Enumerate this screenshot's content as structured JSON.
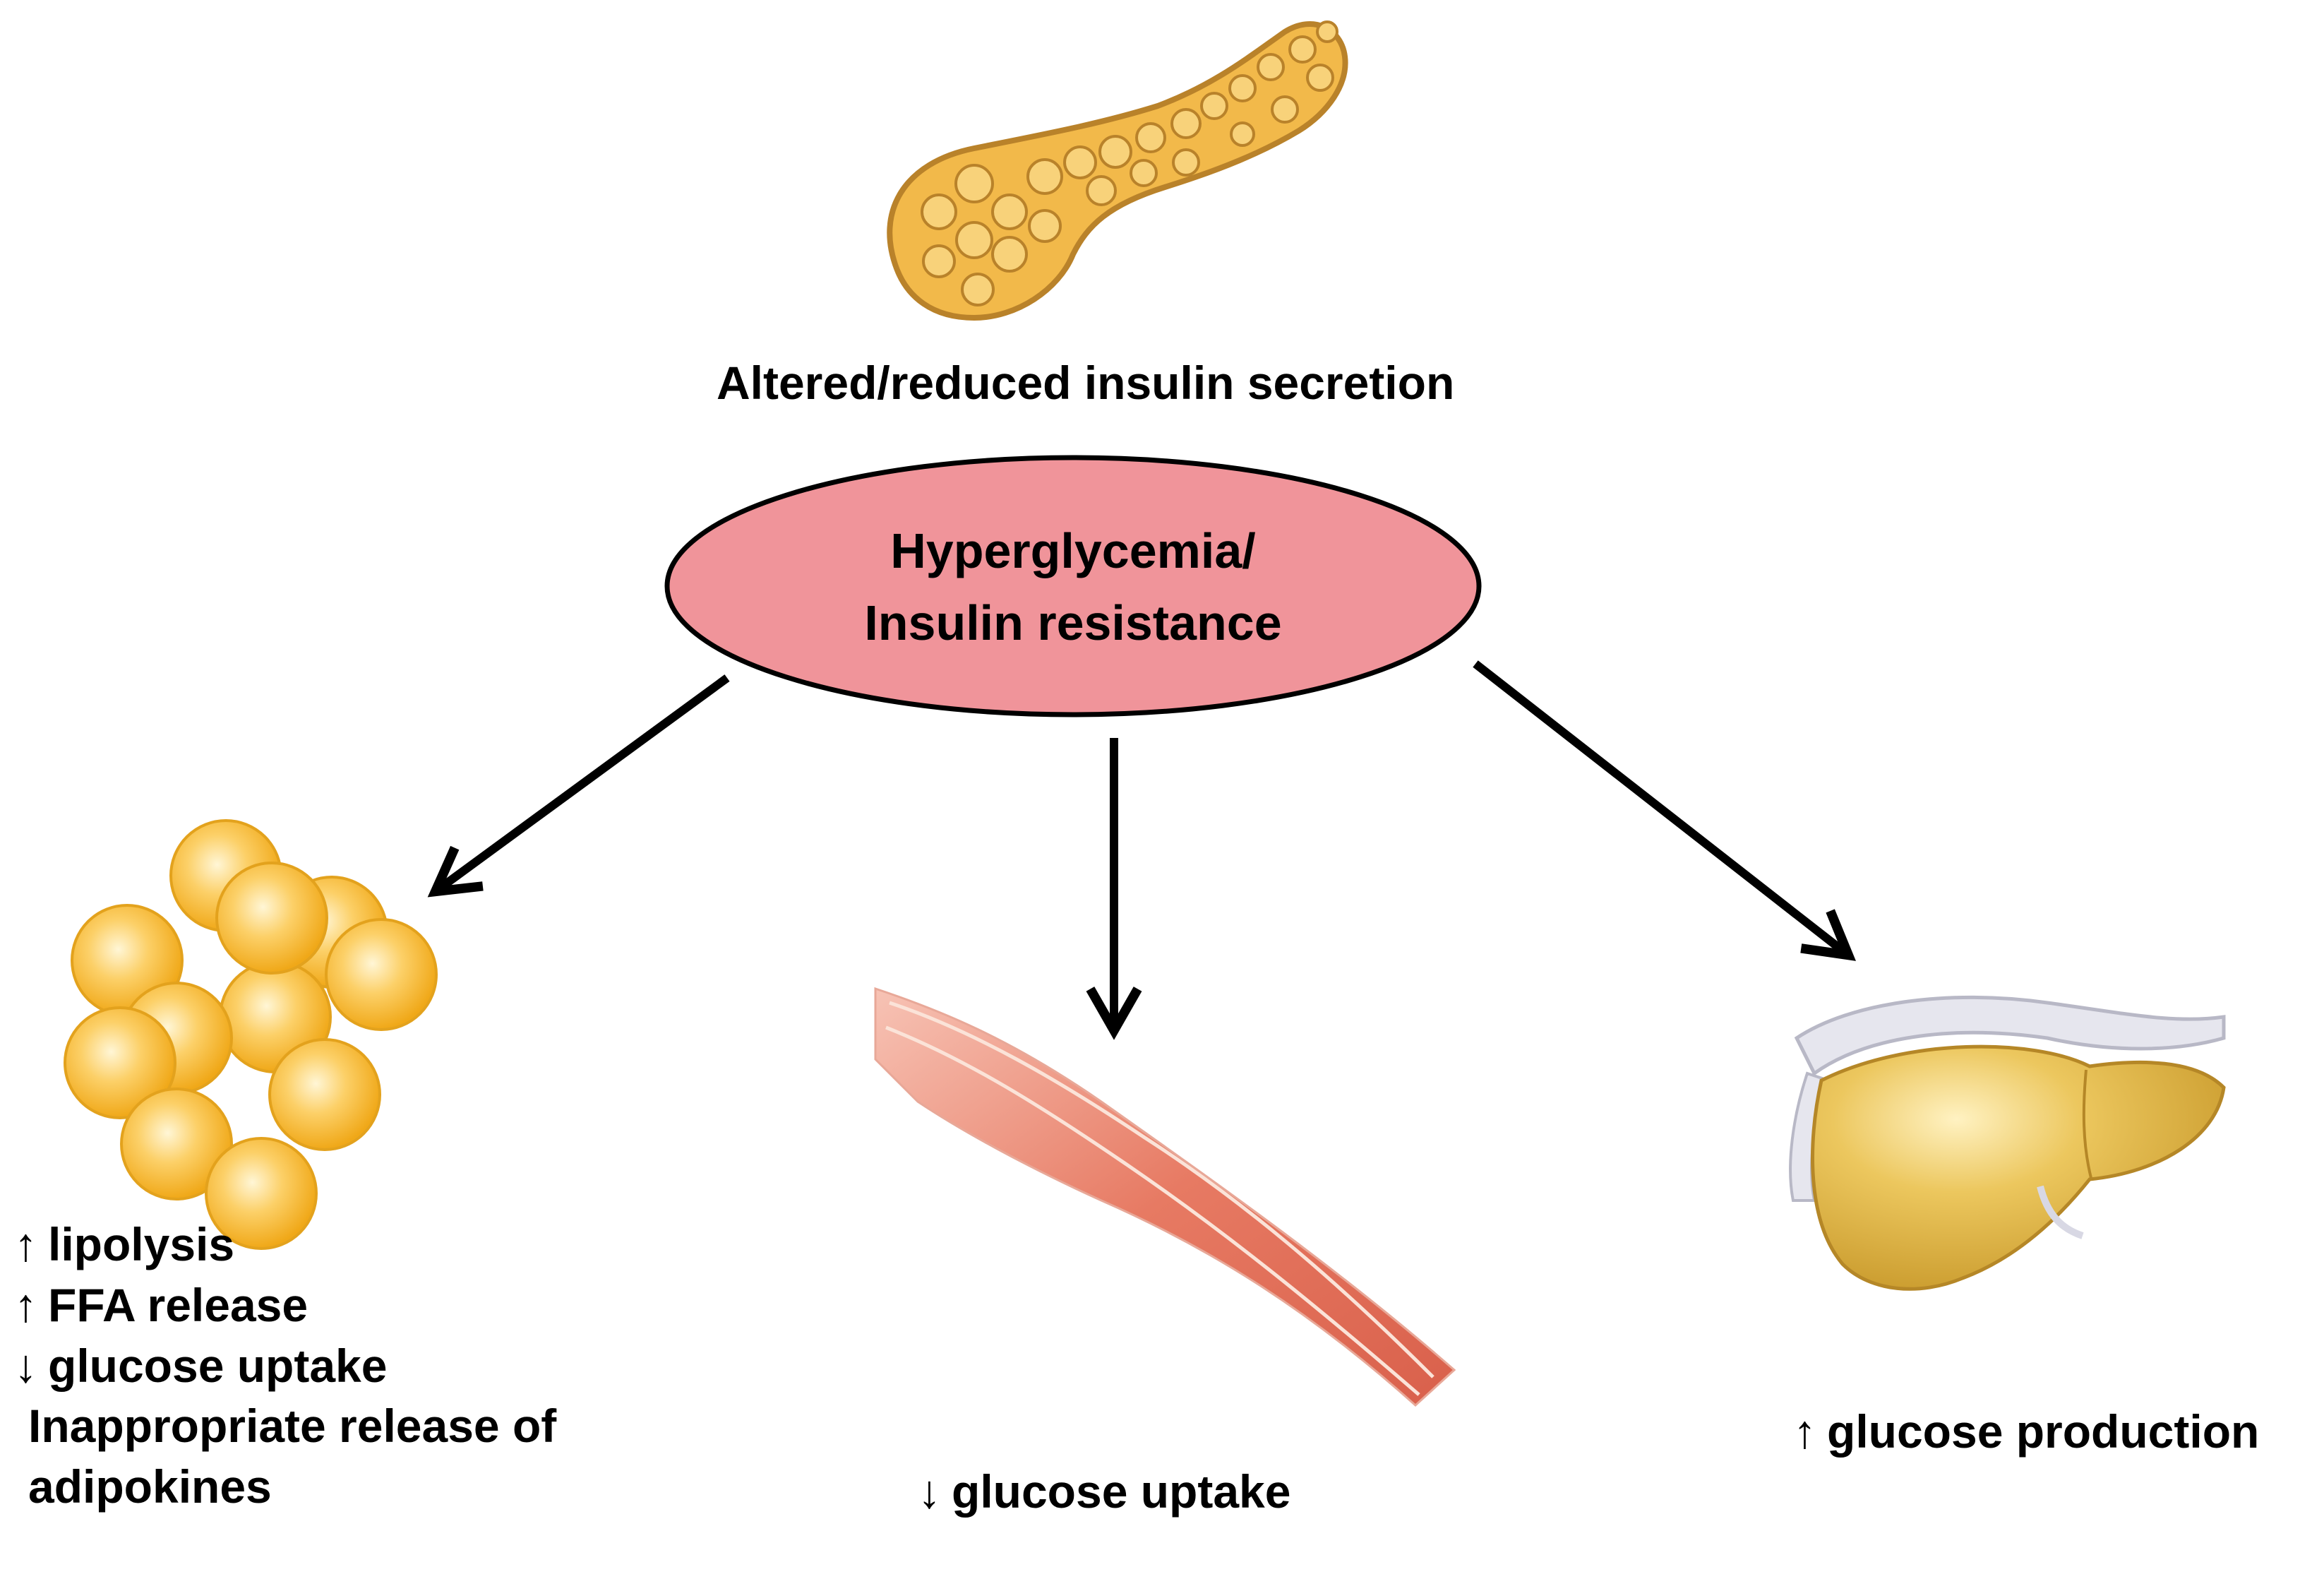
{
  "pancreas": {
    "caption": "Altered/reduced insulin secretion",
    "icon": "pancreas-icon",
    "color": "#f2b94a"
  },
  "center": {
    "line1": "Hyperglycemia/",
    "line2": "Insulin resistance",
    "fill": "#f0949a"
  },
  "adipose": {
    "icon": "fat-cells-icon",
    "effects": [
      {
        "arrow": "↑",
        "text": "lipolysis"
      },
      {
        "arrow": "↑",
        "text": "FFA release"
      },
      {
        "arrow": "↓",
        "text": "glucose  uptake"
      }
    ],
    "extra_line1": "Inappropriate release of",
    "extra_line2": "adipokines"
  },
  "muscle": {
    "icon": "muscle-icon",
    "effect_arrow": "↓",
    "effect_text": "glucose  uptake"
  },
  "liver": {
    "icon": "liver-icon",
    "effect_arrow": "↑",
    "effect_text": "glucose production"
  }
}
